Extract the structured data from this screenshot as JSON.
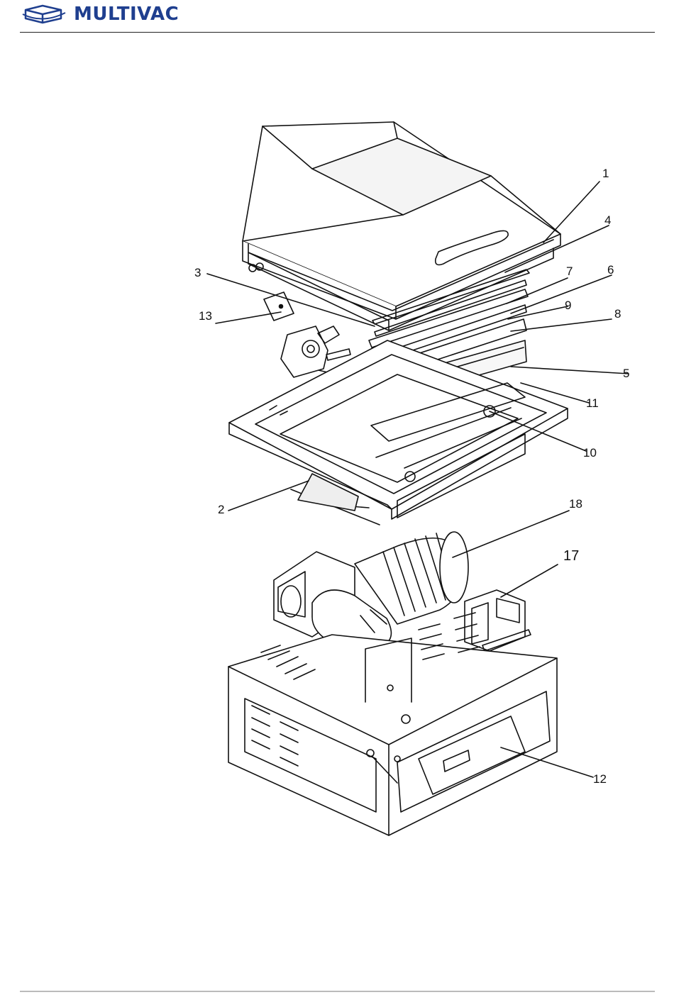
{
  "header": {
    "brand": "MULTIVAC",
    "logo_icon": "package-box-icon",
    "brand_color": "#1f3f8f"
  },
  "callouts": {
    "c1": "1",
    "c2": "2",
    "c3": "3",
    "c4": "4",
    "c5": "5",
    "c6": "6",
    "c7": "7",
    "c8": "8",
    "c9": "9",
    "c10": "10",
    "c11": "11",
    "c12": "12",
    "c13": "13",
    "c17": "17",
    "c18": "18"
  }
}
